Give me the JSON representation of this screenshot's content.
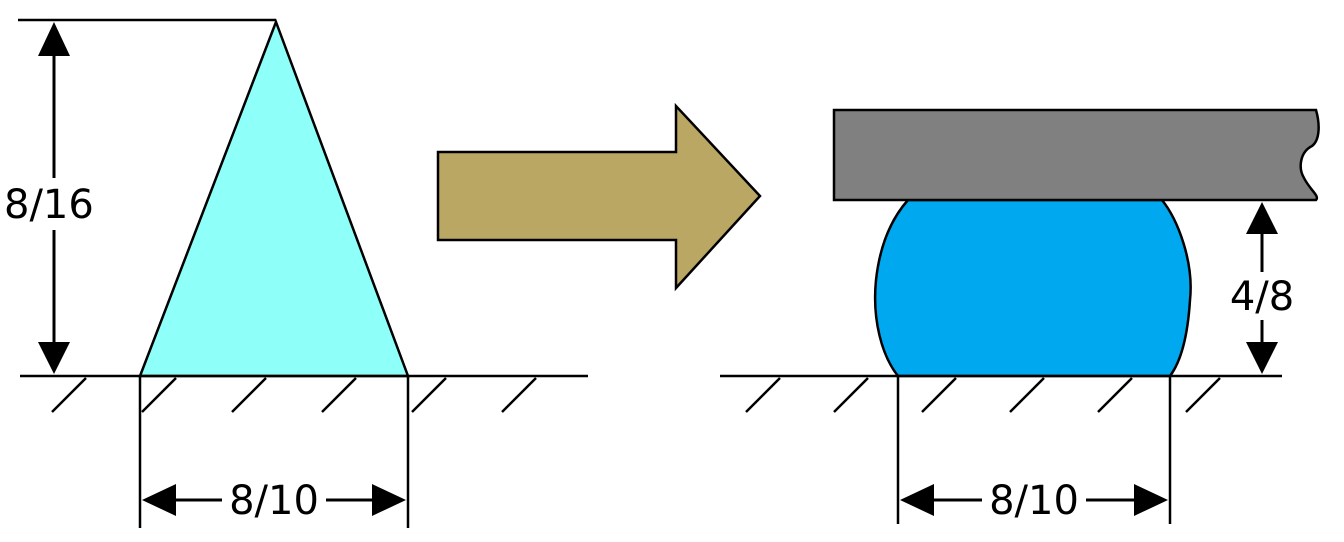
{
  "labels": {
    "cone_height": "8/16",
    "cone_base_width": "8/10",
    "compressed_height": "4/8",
    "compressed_base_width": "8/10"
  },
  "colors": {
    "cone_fill": "#8ffff9",
    "compressed_fill": "#00a8f0",
    "arrow_fill": "#baa764",
    "plate_fill": "#808080",
    "line": "#000000",
    "background": "#ffffff"
  }
}
